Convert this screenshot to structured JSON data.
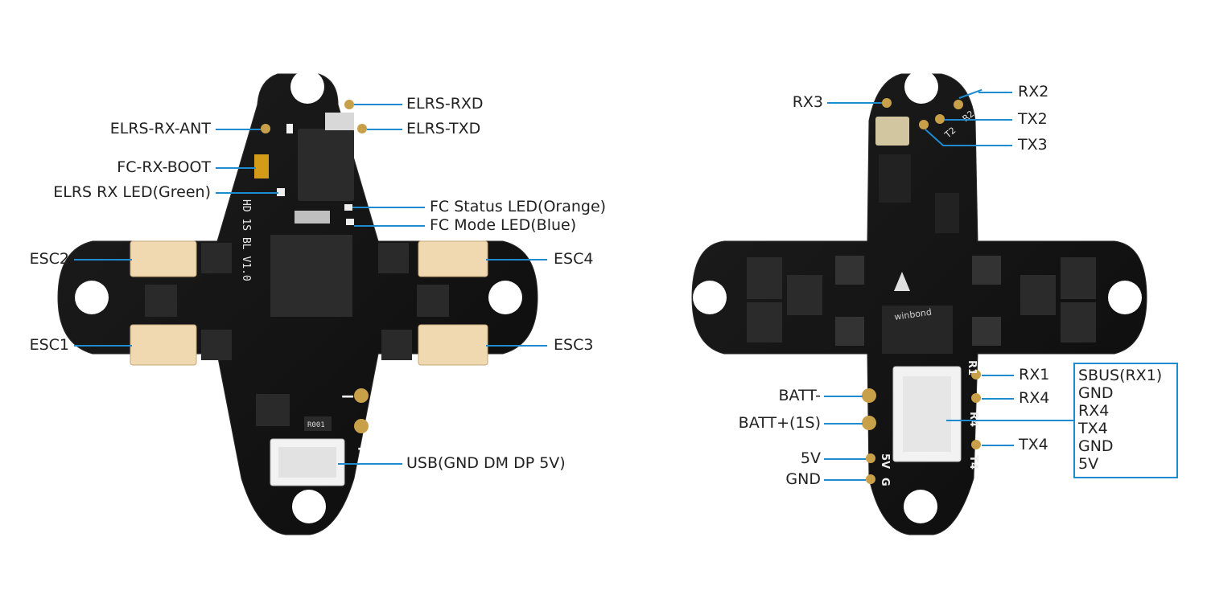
{
  "colors": {
    "leader": "#1e8ad0",
    "board": "#141414",
    "pad": "#c9a04a",
    "connector": "#f0d8b0",
    "text": "#222222"
  },
  "front": {
    "labels": {
      "elrs_rxd": "ELRS-RXD",
      "elrs_txd": "ELRS-TXD",
      "elrs_rx_ant": "ELRS-RX-ANT",
      "fc_rx_boot": "FC-RX-BOOT",
      "elrs_rx_led": "ELRS RX LED(Green)",
      "fc_status_led": "FC Status LED(Orange)",
      "fc_mode_led": "FC Mode LED(Blue)",
      "esc2": "ESC2",
      "esc4": "ESC4",
      "esc1": "ESC1",
      "esc3": "ESC3",
      "usb": "USB(GND DM DP 5V)"
    },
    "silk": {
      "version": "HD 1S BL V1.0",
      "plus": "+",
      "minus": "−",
      "res": "R001"
    }
  },
  "back": {
    "labels": {
      "rx2": "RX2",
      "rx3": "RX3",
      "tx2": "TX2",
      "tx3": "TX3",
      "rx1": "RX1",
      "rx4": "RX4",
      "tx4": "TX4",
      "batt_minus": "BATT-",
      "batt_plus": "BATT+(1S)",
      "v5": "5V",
      "gnd": "GND"
    },
    "sbus_pins": [
      "SBUS(RX1)",
      "GND",
      "RX4",
      "TX4",
      "GND",
      "5V"
    ],
    "silk": {
      "r1": "R1",
      "r4": "R4",
      "t4": "T4",
      "v5": "5V",
      "g": "G",
      "t2": "T2",
      "r2": "R2",
      "brand": "winbond"
    }
  }
}
